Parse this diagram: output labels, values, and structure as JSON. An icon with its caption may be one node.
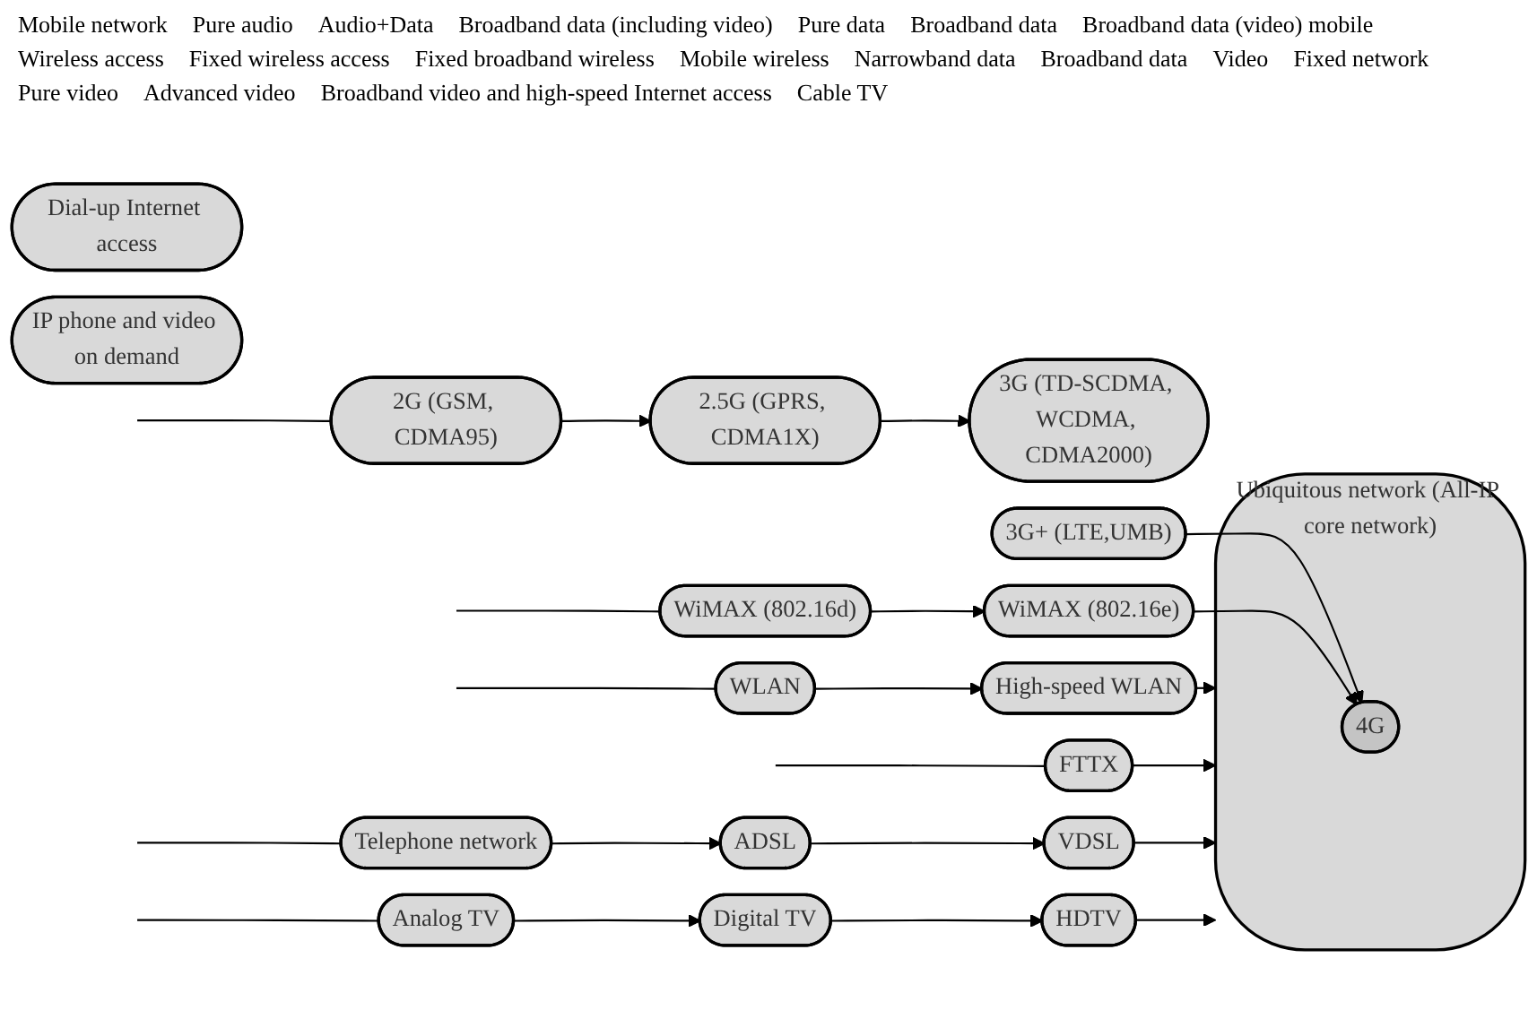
{
  "diagram": {
    "nodes": [
      {
        "text": [
          "2G (GSM, CDMA95)"
        ]
      },
      {
        "text": [
          "2.5G (GPRS, CDMA1X)"
        ]
      },
      {
        "text": [
          "3G (TD-SCDMA, WCDMA, CDMA2000)"
        ]
      },
      {
        "text": [
          "3G+ (LTE,UMB)"
        ]
      },
      {
        "text": [
          "Ubiquitous network (All-IP core network)"
        ]
      },
      {
        "text": [
          "4G"
        ],
        "in": 4
      },
      {
        "text": [
          "WiMAX (802.16d)"
        ]
      },
      {
        "text": [
          "WiMAX (802.16e)"
        ]
      },
      {
        "text": [
          "WLAN"
        ]
      },
      {
        "text": [
          "High-speed WLAN"
        ]
      },
      {
        "text": [
          "Dial-up Internet access"
        ]
      },
      {
        "text": [
          "FTTX"
        ]
      },
      {
        "text": [
          "Telephone network"
        ]
      },
      {
        "text": [
          "ADSL"
        ]
      },
      {
        "text": [
          "VDSL"
        ]
      },
      {
        "text": [
          "IP phone and video on demand"
        ]
      },
      {
        "text": [
          "Analog TV"
        ]
      },
      {
        "text": [
          "Digital TV"
        ]
      },
      {
        "text": [
          "HDTV"
        ]
      }
    ],
    "edges": [
      {
        "from": null,
        "to": 0,
        "arrow": "none"
      },
      {
        "from": 0,
        "to": 1,
        "arrow": "to"
      },
      {
        "from": 1,
        "to": 2,
        "arrow": "to"
      },
      {
        "from": 3,
        "to": 5,
        "arrow": "to"
      },
      {
        "from": null,
        "to": 6,
        "arrow": "none"
      },
      {
        "from": 6,
        "to": 7,
        "arrow": "to"
      },
      {
        "from": 7,
        "to": 5,
        "arrow": "to"
      },
      {
        "from": null,
        "to": 8,
        "arrow": "none"
      },
      {
        "from": 8,
        "to": 9,
        "arrow": "to"
      },
      {
        "from": 9,
        "to": 4,
        "arrow": "to"
      },
      {
        "from": null,
        "to": 11,
        "arrow": "none"
      },
      {
        "from": 11,
        "to": 4,
        "arrow": "to"
      },
      {
        "from": null,
        "to": 12,
        "arrow": "none"
      },
      {
        "from": 12,
        "to": 13,
        "arrow": "to"
      },
      {
        "from": 13,
        "to": 14,
        "arrow": "to"
      },
      {
        "from": 14,
        "to": 4,
        "arrow": "to"
      },
      {
        "from": null,
        "to": 16,
        "arrow": "none"
      },
      {
        "from": 16,
        "to": 17,
        "arrow": "to"
      },
      {
        "from": 17,
        "to": 18,
        "arrow": "to"
      },
      {
        "from": 18,
        "to": 4,
        "arrow": "to"
      }
    ],
    "labels": [
      "Mobile network",
      "Pure audio",
      "Audio+Data",
      "Broadband data (including video)",
      "Pure data",
      "Broadband data",
      "Broadband data (video) mobile",
      "Wireless access",
      "Fixed wireless access",
      "Fixed broadband wireless",
      "Mobile wireless",
      "Narrowband data",
      "Broadband data",
      "Video",
      "Fixed network",
      "Pure video",
      "Advanced video",
      "Broadband video and high-speed Internet access",
      "Cable TV"
    ]
  }
}
